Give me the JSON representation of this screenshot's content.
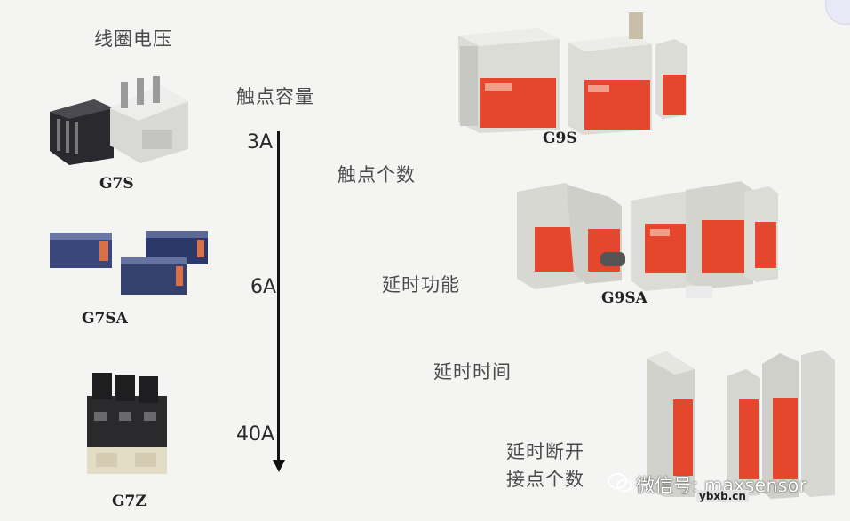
{
  "labels": {
    "coil_voltage": "线圈电压",
    "contact_capacity": "触点容量",
    "contact_count": "触点个数",
    "delay_function": "延时功能",
    "delay_time": "延时时间",
    "delay_break_line1": "延时断开",
    "delay_break_line2": "接点个数"
  },
  "capacity_scale": [
    "3A",
    "6A",
    "40A"
  ],
  "relays_left": [
    {
      "model": "G7S"
    },
    {
      "model": "G7SA"
    },
    {
      "model": "G7Z"
    }
  ],
  "relays_right": [
    {
      "model": "G9S"
    },
    {
      "model": "G9SA"
    }
  ],
  "watermark": {
    "channel": "微信号: maxsensor",
    "site": "ybxb.cn"
  },
  "colors": {
    "module_red": "#e4462e",
    "module_grey": "#dcdcd6",
    "relay_dark": "#2c2c30",
    "relay_blue": "#3c4a78"
  }
}
